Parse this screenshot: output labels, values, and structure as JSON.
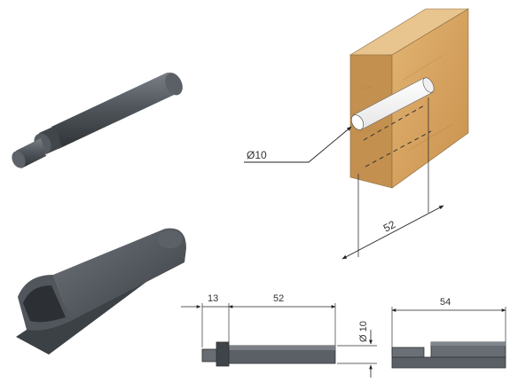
{
  "dimensions": {
    "bore_diameter": "Ø10",
    "bore_depth": "52",
    "pin_head_length": "13",
    "pin_body_length": "52",
    "pin_diameter": "Ø 10",
    "housing_length": "54"
  },
  "colors": {
    "wood": "#d9a865",
    "wood_dark": "#b98545",
    "part_gray": "#4a4f54",
    "part_gray_light": "#70767c",
    "line": "#333333"
  }
}
